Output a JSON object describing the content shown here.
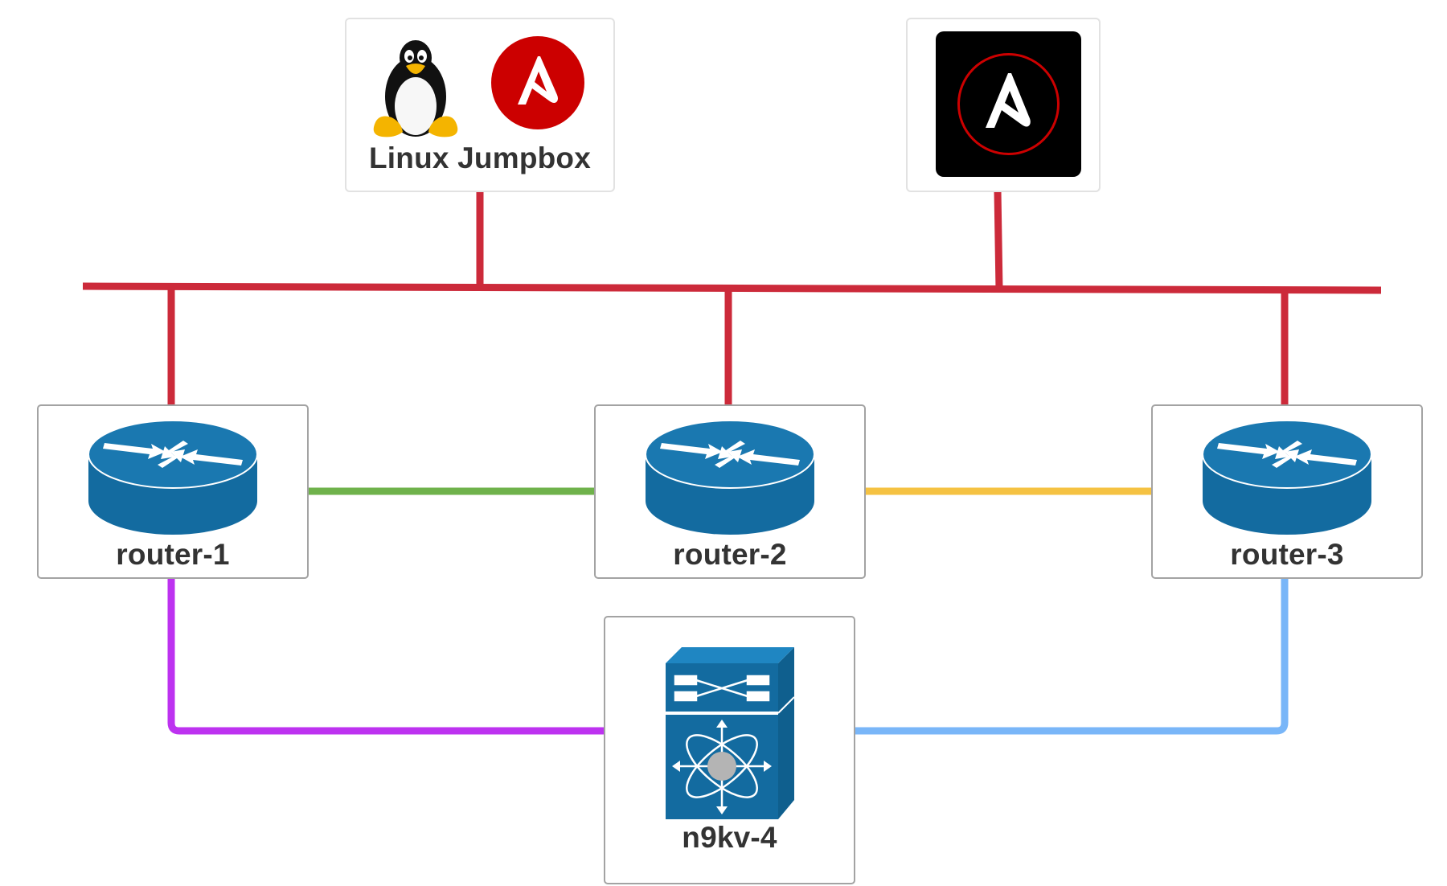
{
  "diagram": {
    "nodes": {
      "jumpbox": {
        "label": "Linux Jumpbox",
        "icons": [
          "linux-tux-icon",
          "ansible-logo-icon"
        ]
      },
      "tower": {
        "label": "",
        "icons": [
          "ansible-tower-icon"
        ]
      },
      "router1": {
        "label": "router-1",
        "icon": "router-icon"
      },
      "router2": {
        "label": "router-2",
        "icon": "router-icon"
      },
      "router3": {
        "label": "router-3",
        "icon": "router-icon"
      },
      "n9kv4": {
        "label": "n9kv-4",
        "icon": "nexus-switch-icon"
      }
    },
    "links": [
      {
        "from": "jumpbox",
        "to": "management-bus",
        "color": "#cc2a3a"
      },
      {
        "from": "tower",
        "to": "management-bus",
        "color": "#cc2a3a"
      },
      {
        "from": "management-bus",
        "to": "router1",
        "color": "#cc2a3a"
      },
      {
        "from": "management-bus",
        "to": "router2",
        "color": "#cc2a3a"
      },
      {
        "from": "management-bus",
        "to": "router3",
        "color": "#cc2a3a"
      },
      {
        "from": "router1",
        "to": "router2",
        "color": "#6fb24b"
      },
      {
        "from": "router2",
        "to": "router3",
        "color": "#f5c242"
      },
      {
        "from": "router1",
        "to": "n9kv4",
        "color": "#bd32f0"
      },
      {
        "from": "router3",
        "to": "n9kv4",
        "color": "#79b6f8"
      }
    ],
    "colors": {
      "management": "#cc2a3a",
      "router1_router2": "#6fb24b",
      "router2_router3": "#f5c242",
      "router1_n9kv4": "#bd32f0",
      "router3_n9kv4": "#79b6f8",
      "cisco_blue": "#136ba0",
      "ansible_red": "#cc0000"
    }
  }
}
